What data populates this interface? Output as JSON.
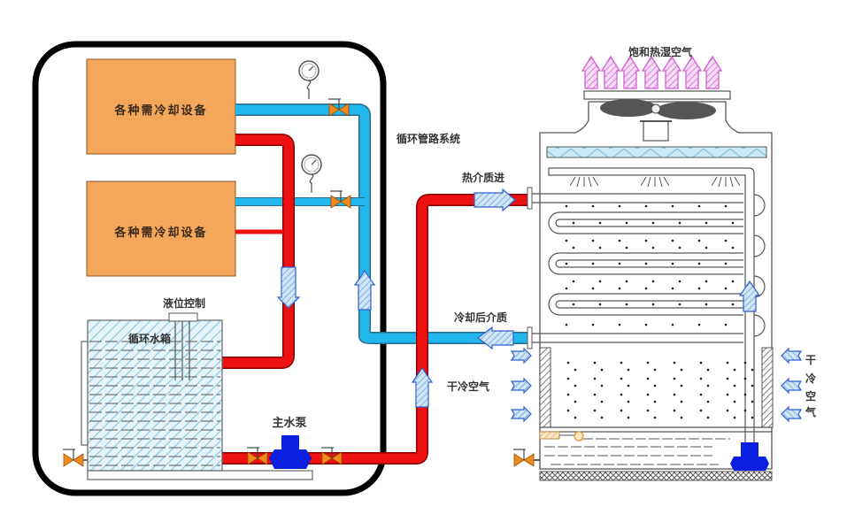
{
  "title": "循环管路系统",
  "labels": {
    "equipment_1": "各种需冷却设备",
    "equipment_2": "各种需冷却设备",
    "level_control": "液位控制",
    "tank": "循环水箱",
    "main_pump": "主水泵",
    "pipe_system": "循环管路系统",
    "hot_medium_in": "热介质进",
    "cooled_medium": "冷却后介质",
    "dry_cold_air_left": "干冷空气",
    "dry_cold_air_right": [
      "干",
      "冷",
      "空",
      "气"
    ],
    "saturated_air": "饱和热湿空气"
  },
  "colors": {
    "hot_pipe": "#ee1111",
    "cold_pipe": "#22b8ee",
    "equipment": "#f4a75a",
    "valve": "#f08a1e",
    "pump": "#0a1fe0",
    "flow_arrow": "#a8d4ef",
    "exhaust_arrow": "#e070e0",
    "frame": "#000000"
  },
  "icons": {
    "pressure_gauge": "pressure-gauge-icon",
    "valve": "valve-icon",
    "pump": "pump-icon",
    "fan": "fan-icon",
    "flow_arrow": "flow-arrow-icon"
  }
}
